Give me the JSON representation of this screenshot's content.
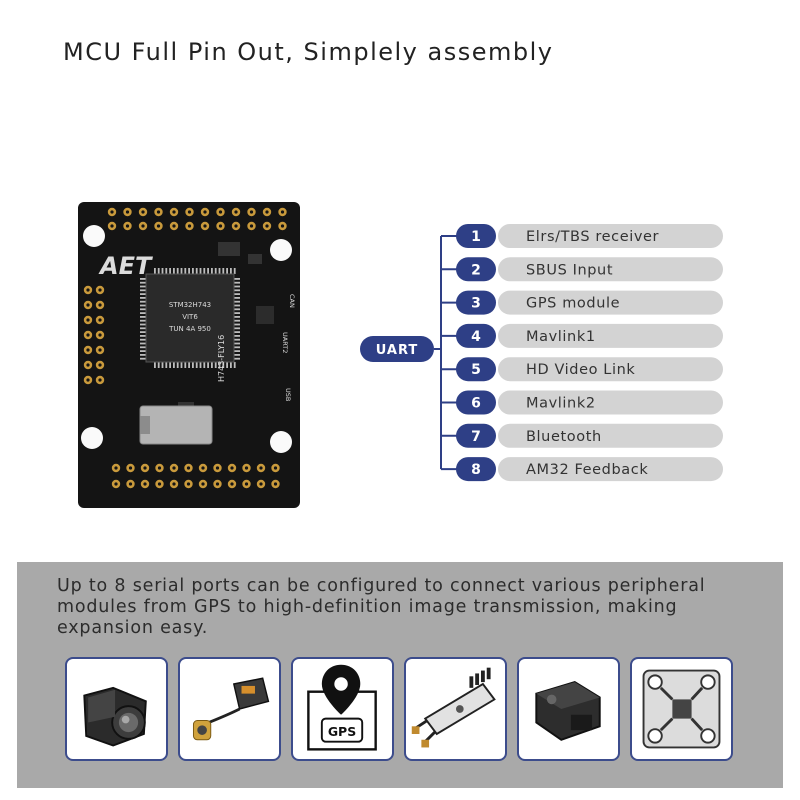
{
  "headline": "MCU Full Pin Out, Simplely assembly",
  "board": {
    "logo": "AET",
    "model_label": "H743-FLY16",
    "chip_lines": [
      "STM32H743",
      "VIT6",
      "TUN 4A 950"
    ],
    "side_labels": [
      "CAN",
      "UART2",
      "USB"
    ]
  },
  "uart": {
    "label": "UART",
    "ports": [
      {
        "num": "1",
        "label": "Elrs/TBS receiver"
      },
      {
        "num": "2",
        "label": "SBUS Input"
      },
      {
        "num": "3",
        "label": "GPS module"
      },
      {
        "num": "4",
        "label": "Mavlink1"
      },
      {
        "num": "5",
        "label": "HD Video Link"
      },
      {
        "num": "6",
        "label": "Mavlink2"
      },
      {
        "num": "7",
        "label": "Bluetooth"
      },
      {
        "num": "8",
        "label": "AM32 Feedback"
      }
    ]
  },
  "panel": {
    "text": "Up to 8 serial ports can be configured to connect various peripheral modules from GPS to high-definition image transmission, making expansion easy.",
    "tiles": [
      {
        "icon": "camera-icon"
      },
      {
        "icon": "video-transmitter-icon"
      },
      {
        "icon": "gps-module-icon",
        "label": "GPS"
      },
      {
        "icon": "receiver-icon"
      },
      {
        "icon": "lidar-sensor-icon"
      },
      {
        "icon": "motor-mount-icon"
      }
    ]
  },
  "colors": {
    "navy": "#2e3f86",
    "pill": "#d3d3d3",
    "panel": "#a9a9a9",
    "tile_border": "#3c4c8c"
  }
}
